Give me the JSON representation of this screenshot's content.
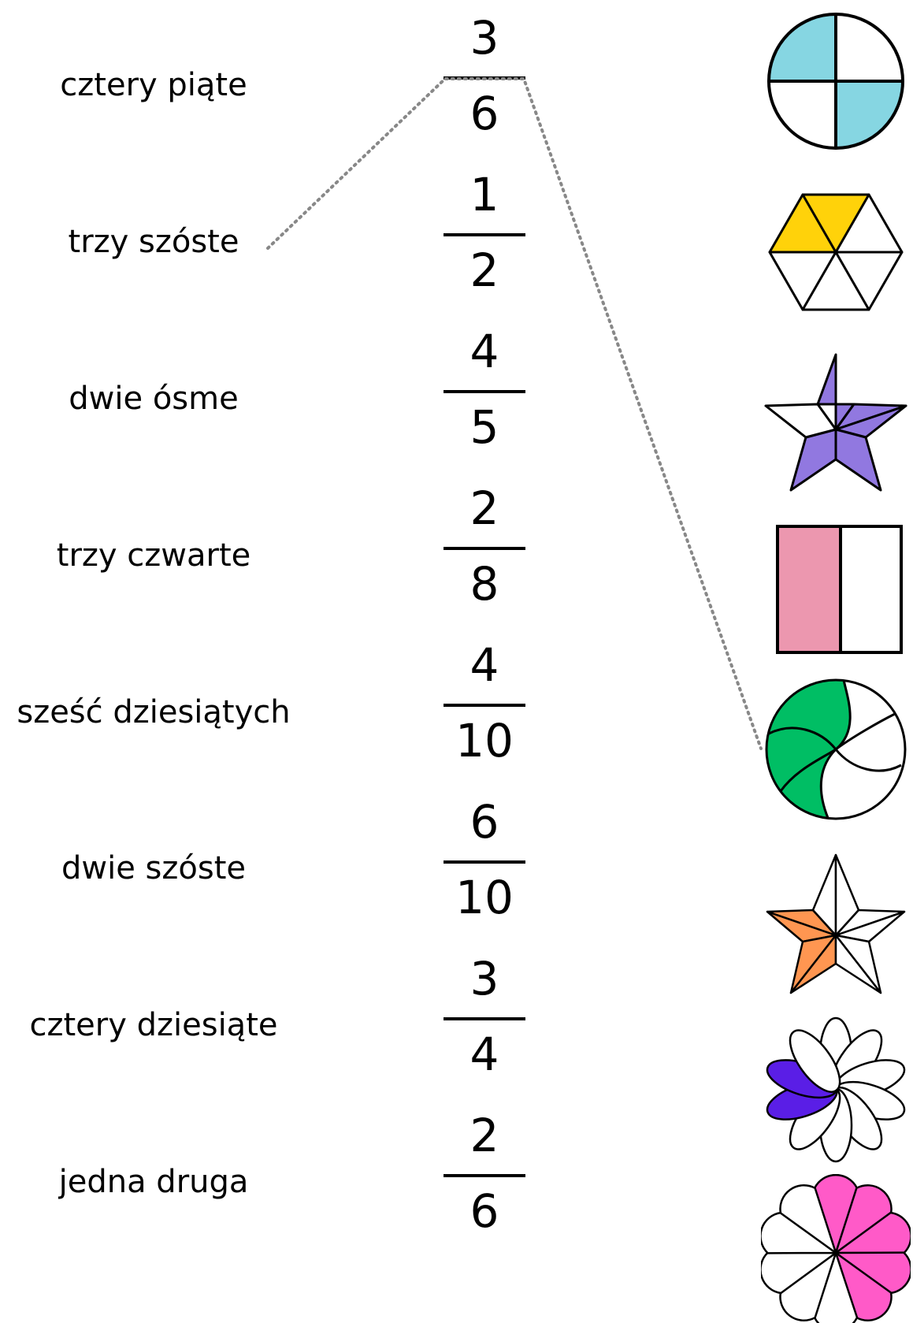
{
  "rows": [
    {
      "word": "cztery piąte",
      "numerator": "3",
      "denominator": "6",
      "shape": {
        "icon": "circle-quarters",
        "shaded_parts": 2,
        "total_parts": 4,
        "fill": "#86D6E2"
      }
    },
    {
      "word": "trzy szóste",
      "numerator": "1",
      "denominator": "2",
      "shape": {
        "icon": "hexagon-triangles",
        "shaded_parts": 2,
        "total_parts": 6,
        "fill": "#FFD20A"
      }
    },
    {
      "word": "dwie ósme",
      "numerator": "4",
      "denominator": "5",
      "shape": {
        "icon": "star-five-parts",
        "shaded_parts": 4,
        "total_parts": 5,
        "fill": "#9178E0"
      }
    },
    {
      "word": "trzy czwarte",
      "numerator": "2",
      "denominator": "8",
      "shape": {
        "icon": "rectangle-halves",
        "shaded_parts": 1,
        "total_parts": 2,
        "fill": "#EC97AF"
      }
    },
    {
      "word": "sześć dziesiątych",
      "numerator": "4",
      "denominator": "10",
      "shape": {
        "icon": "swirl-circle",
        "shaded_parts": 3,
        "total_parts": 6,
        "fill": "#00BE64"
      }
    },
    {
      "word": "dwie szóste",
      "numerator": "6",
      "denominator": "10",
      "shape": {
        "icon": "star-ten-parts",
        "shaded_parts": 4,
        "total_parts": 10,
        "fill": "#FF9651"
      }
    },
    {
      "word": "cztery dziesiąte",
      "numerator": "3",
      "denominator": "4",
      "shape": {
        "icon": "flower-petals",
        "shaded_parts": 2,
        "total_parts": 10,
        "fill": "#5A1EE6"
      }
    },
    {
      "word": "jedna druga",
      "numerator": "2",
      "denominator": "6",
      "shape": {
        "icon": "flower-scallop",
        "shaded_parts": 5,
        "total_parts": 10,
        "fill": "#FF5AC8"
      }
    }
  ],
  "example_connection": {
    "word": "trzy szóste",
    "fraction": "3/6",
    "shape": "swirl-circle",
    "line_color": "#888888"
  }
}
